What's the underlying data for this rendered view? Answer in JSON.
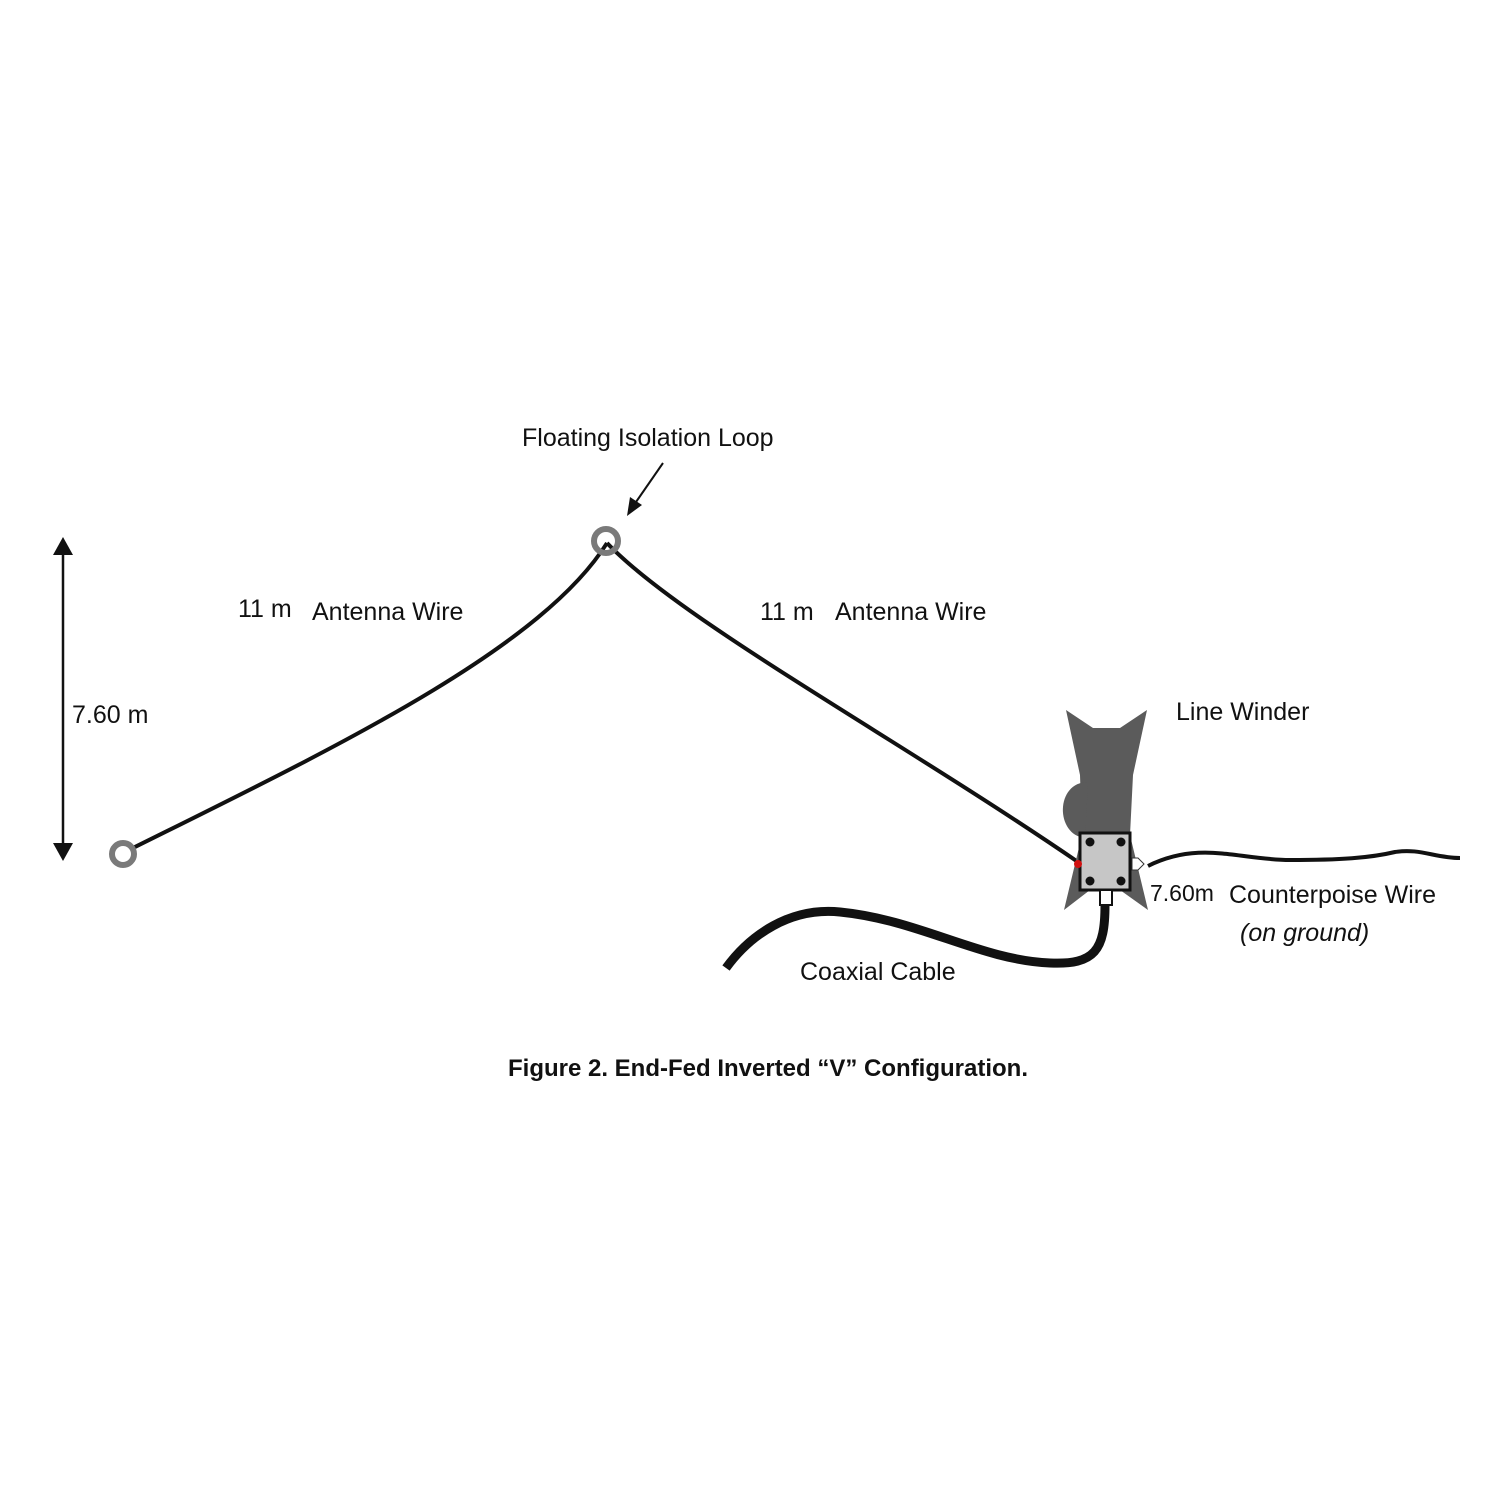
{
  "labels": {
    "floating_loop": "Floating Isolation Loop",
    "left_length": "11 m",
    "left_wire": "Antenna Wire",
    "right_length": "11 m",
    "right_wire": "Antenna Wire",
    "height": "7.60 m",
    "line_winder": "Line Winder",
    "counterpoise_length": "7.60m",
    "counterpoise": "Counterpoise Wire",
    "counterpoise_note": "(on ground)",
    "coax": "Coaxial Cable"
  },
  "caption": "Figure 2.  End-Fed Inverted “V” Configuration.",
  "colors": {
    "wire": "#111111",
    "ring": "#7a7a7a",
    "winder": "#5b5b5b",
    "box": "#c6c6c6",
    "feed_dot": "#d01010"
  }
}
